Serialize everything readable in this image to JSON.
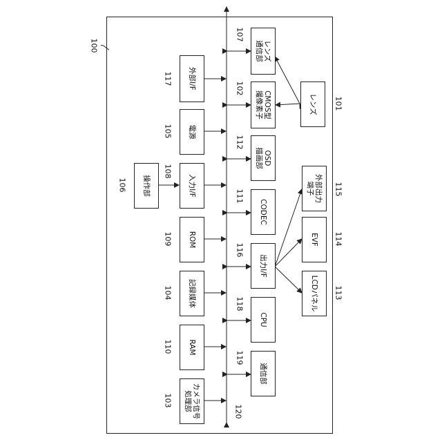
{
  "figure_label": "100",
  "bus_top_label": "120",
  "blocks": {
    "ext_if": {
      "label": "外部I/F",
      "ref": "117"
    },
    "power": {
      "label": "電源",
      "ref": "105"
    },
    "input_if": {
      "label": "入力I/F",
      "ref": "108"
    },
    "rom": {
      "label": "ROM",
      "ref": "109"
    },
    "media": {
      "label": "記録媒体",
      "ref": "104"
    },
    "ram": {
      "label": "RAM",
      "ref": "110"
    },
    "camera": {
      "label": "カメラ信号\n処理部",
      "ref": "103"
    },
    "operation": {
      "label": "操作部",
      "ref": "106"
    },
    "lens_comm": {
      "label": "レンズ\n通信部",
      "ref": "107"
    },
    "cmos": {
      "label": "CMOS型\n撮像素子",
      "ref": "102"
    },
    "osd": {
      "label": "OSD\n描画部",
      "ref": "112"
    },
    "codec": {
      "label": "CODEC",
      "ref": "111"
    },
    "out_if": {
      "label": "出力I/F",
      "ref": "116"
    },
    "cpu": {
      "label": "CPU",
      "ref": "118"
    },
    "comm": {
      "label": "通信部",
      "ref": "119"
    },
    "lens": {
      "label": "レンズ",
      "ref": "101"
    },
    "ext_out": {
      "label": "外部出力\n端子",
      "ref": "115"
    },
    "evf": {
      "label": "EVF",
      "ref": "114"
    },
    "lcd": {
      "label": "LCDパネル",
      "ref": "113"
    }
  }
}
